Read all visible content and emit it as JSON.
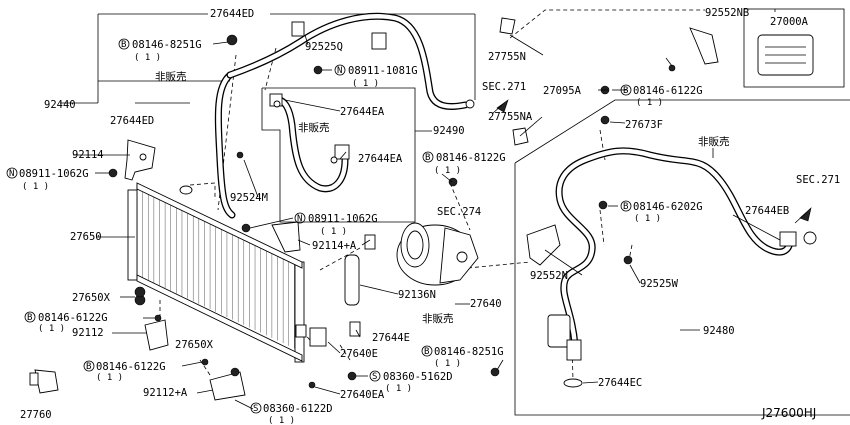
{
  "labels": {
    "p27644ED_top": "27644ED",
    "p27644ED_left": "27644ED",
    "p92440": "92440",
    "p92114": "92114",
    "p27650": "27650",
    "p27650X_1": "27650X",
    "p27650X_2": "27650X",
    "p92112": "92112",
    "p92112A": "92112+A",
    "p27760": "27760",
    "p92525Q": "92525Q",
    "p27644EA_1": "27644EA",
    "p27644EA_2": "27644EA",
    "p92490": "92490",
    "p92524M": "92524M",
    "p92114A": "92114+A",
    "p92136N": "92136N",
    "p27640": "27640",
    "p27644E": "27644E",
    "p27640E": "27640E",
    "p27640EA": "27640EA",
    "p27755N": "27755N",
    "p27755NA": "27755NA",
    "p92552NB": "92552NB",
    "p27000A": "27000A",
    "p27095A": "27095A",
    "p27673F": "27673F",
    "p27644EB": "27644EB",
    "p92552N": "92552N",
    "p92525W": "92525W",
    "p92480": "92480",
    "p27644EC": "27644EC",
    "sec271_1": "SEC.271",
    "sec271_2": "SEC.271",
    "sec274": "SEC.274",
    "diagram_code": "J27600HJ"
  },
  "notes": {
    "hinhanbai_1": "非販売",
    "hinhanbai_2": "非販売",
    "hinhanbai_3": "非販売",
    "hinhanbai_4": "非販売"
  },
  "fasteners": {
    "b1": {
      "prefix": "B",
      "code": "08146-8251G",
      "qty": "( 1 )"
    },
    "n1": {
      "prefix": "N",
      "code": "08911-1081G",
      "qty": "( 1 )"
    },
    "n2": {
      "prefix": "N",
      "code": "08911-1062G",
      "qty": "( 1 )"
    },
    "n3": {
      "prefix": "N",
      "code": "08911-1062G",
      "qty": "( 1 )"
    },
    "b2": {
      "prefix": "B",
      "code": "08146-6122G",
      "qty": "( 1 )"
    },
    "b3": {
      "prefix": "B",
      "code": "08146-6122G",
      "qty": "( 1 )"
    },
    "b4": {
      "prefix": "B",
      "code": "08146-6122G",
      "qty": "( 1 )"
    },
    "b5": {
      "prefix": "B",
      "code": "08146-8122G",
      "qty": "( 1 )"
    },
    "b6": {
      "prefix": "B",
      "code": "08146-6202G",
      "qty": "( 1 )"
    },
    "b7": {
      "prefix": "B",
      "code": "08146-8251G",
      "qty": "( 1 )"
    },
    "s1": {
      "prefix": "S",
      "code": "08360-5162D",
      "qty": "( 1 )"
    },
    "s2": {
      "prefix": "S",
      "code": "08360-6122D",
      "qty": "( 1 )"
    }
  }
}
